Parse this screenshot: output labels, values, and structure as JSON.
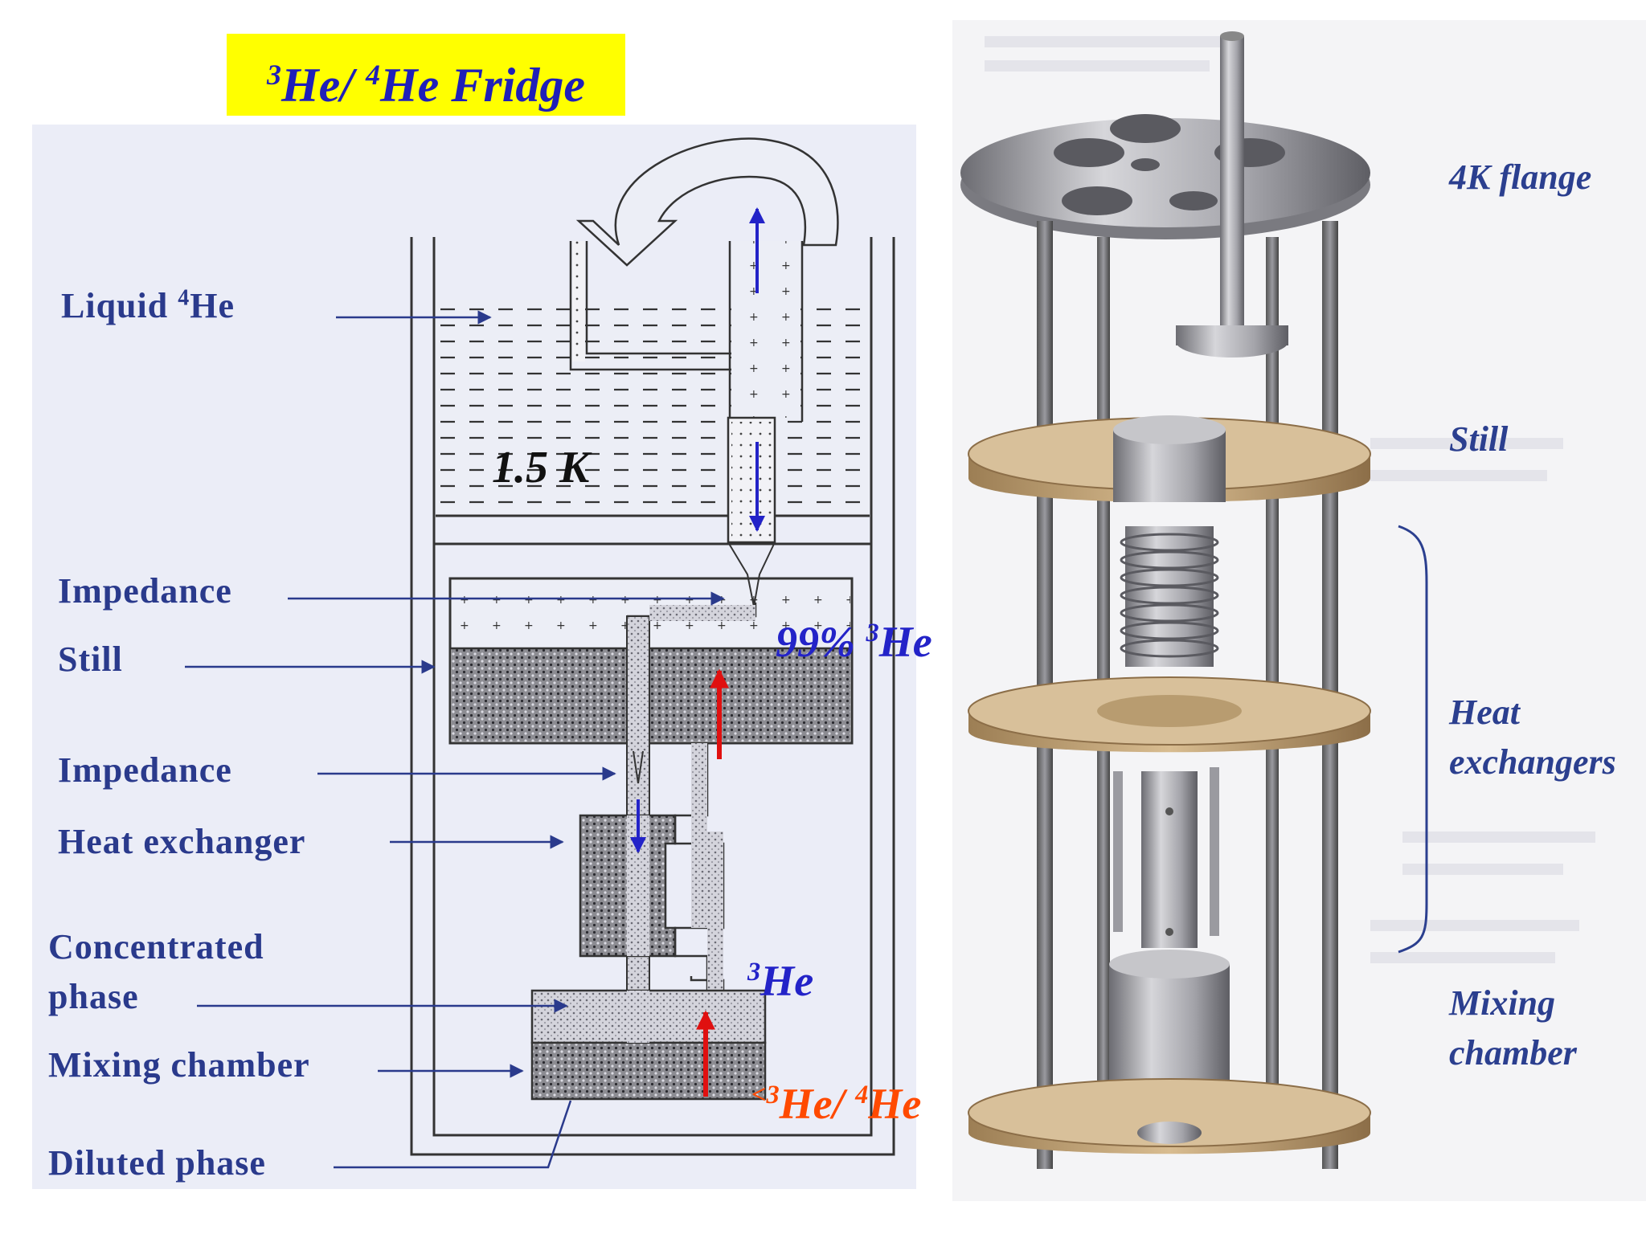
{
  "title": {
    "iso3": "3",
    "part1": "He/ ",
    "iso4": "4",
    "part2": "He Fridge"
  },
  "left_labels": {
    "liquid_he": {
      "text": "Liquid ",
      "iso": "4",
      "text2": "He"
    },
    "impedance_top": "Impedance",
    "still": "Still",
    "impedance_bottom": "Impedance",
    "heat_exchanger": "Heat exchanger",
    "concentrated_phase_1": "Concentrated",
    "concentrated_phase_2": "phase",
    "mixing_chamber": "Mixing chamber",
    "diluted_phase": "Diluted phase"
  },
  "annotations": {
    "temperature": "1.5 K",
    "still_conc": {
      "text": "99% ",
      "iso": "3",
      "text2": "He"
    },
    "he3": {
      "iso": "3",
      "text": "He"
    },
    "mixture": {
      "prefix": "<",
      "iso3": "3",
      "text1": "He/ ",
      "iso4": "4",
      "text2": "He"
    }
  },
  "right_labels": {
    "flange": "4K flange",
    "still": "Still",
    "heat_exchangers_1": "Heat",
    "heat_exchangers_2": "exchangers",
    "mixing_chamber_1": "Mixing",
    "mixing_chamber_2": "chamber"
  },
  "colors": {
    "title_bg": "#ffff00",
    "title_text": "#1f1fb8",
    "label_text": "#2a3a8c",
    "flow_blue": "#2323c8",
    "flow_red": "#e01010",
    "mixture_text": "#ff4a00",
    "schematic_bg": "#ebedf7",
    "brass": "#c8a878"
  }
}
